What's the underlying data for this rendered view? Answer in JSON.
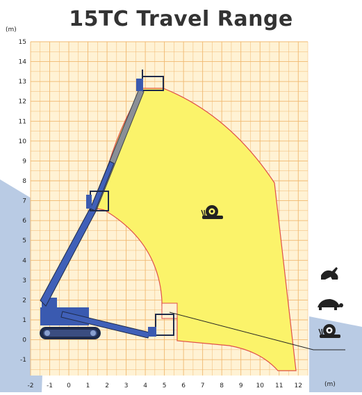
{
  "title": "15TC Travel Range",
  "unit_y": "(m)",
  "unit_x": "(m)",
  "axes": {
    "x_ticks": [
      "-2",
      "-1",
      "0",
      "1",
      "2",
      "3",
      "4",
      "5",
      "6",
      "7",
      "8",
      "9",
      "10",
      "11",
      "12"
    ],
    "y_ticks": [
      "15",
      "14",
      "13",
      "12",
      "11",
      "10",
      "9",
      "8",
      "7",
      "6",
      "5",
      "4",
      "3",
      "2",
      "1",
      "0",
      "-1"
    ],
    "x_range": [
      -2,
      12.5
    ],
    "y_range": [
      -1.8,
      15
    ]
  },
  "legend": {
    "items": [
      {
        "icon": "rabbit-icon",
        "meaning": "fast"
      },
      {
        "icon": "turtle-icon",
        "meaning": "medium"
      },
      {
        "icon": "snail-icon",
        "meaning": "slow"
      }
    ]
  },
  "colors": {
    "grid_bg": "#fff2d4",
    "grid_line": "#f0b870",
    "range_fill": "#fbf36a",
    "range_stroke": "#e0504a",
    "boom_blue": "#4060b8",
    "boom_grey": "#8a8f96",
    "wedge": "#b9cbe4"
  }
}
